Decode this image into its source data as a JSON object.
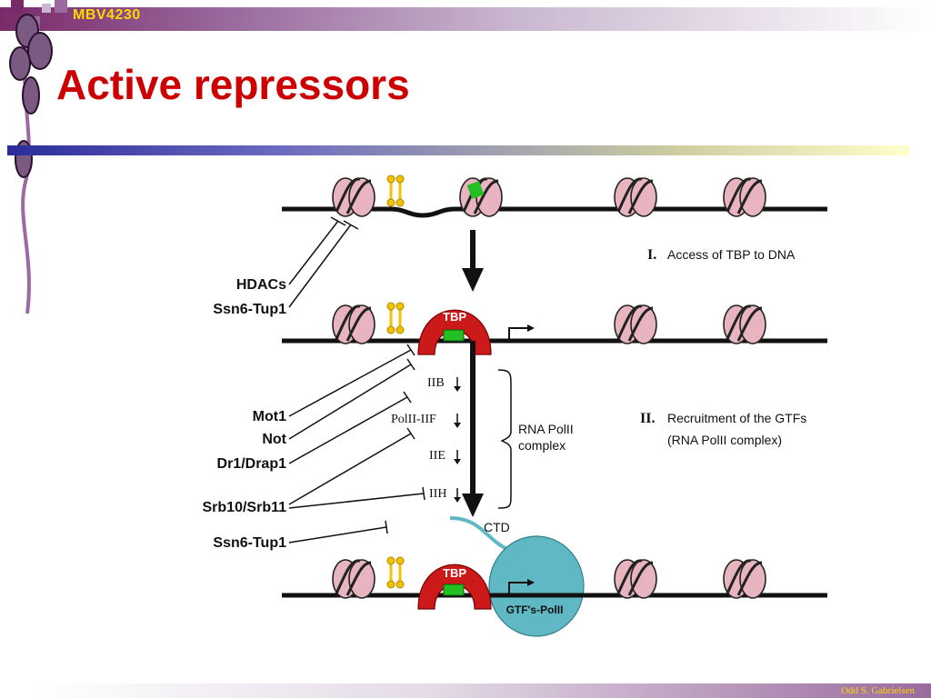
{
  "header": {
    "course_code": "MBV4230"
  },
  "slide": {
    "title": "Active repressors"
  },
  "footer": {
    "author": "Odd S. Gabrielsen"
  },
  "diagram": {
    "step1": {
      "numeral": "I.",
      "label": "Access of TBP to DNA"
    },
    "step2": {
      "numeral": "II.",
      "label_line1": "Recruitment of the GTFs",
      "label_line2": "(RNA PolII complex)"
    },
    "repressors_top": [
      "HDACs",
      "Ssn6-Tup1"
    ],
    "repressors_middle": [
      "Mot1",
      "Not",
      "Dr1/Drap1",
      "Srb10/Srb11",
      "Ssn6-Tup1"
    ],
    "factors": [
      "IIB",
      "PolII-IIF",
      "IIE",
      "IIH"
    ],
    "complex_label": [
      "RNA PolII",
      "complex"
    ],
    "tbp_label": "TBP",
    "ctd_label": "CTD",
    "gtf_label": "GTF's-PolII",
    "colors": {
      "nucleosome": "#e8b4c0",
      "tbp": "#cc1a1a",
      "activator": "#f2c200",
      "polii": "#5fb8c4",
      "title": "#cc0000"
    }
  }
}
